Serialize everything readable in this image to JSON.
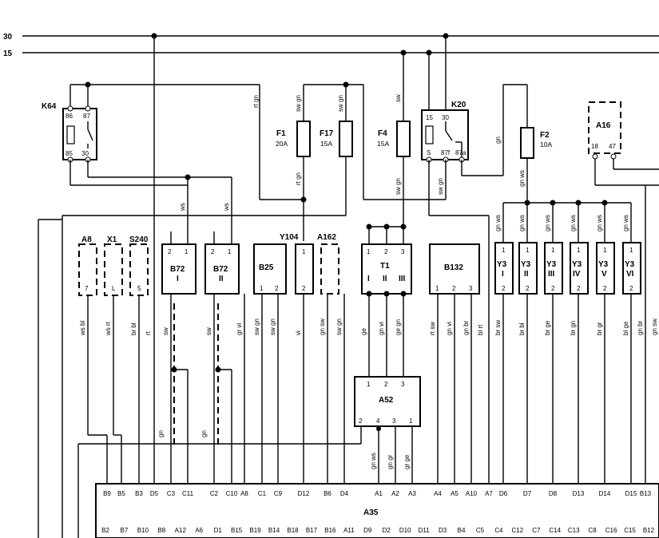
{
  "rails": [
    {
      "label": "30"
    },
    {
      "label": "15"
    }
  ],
  "components": {
    "K64": {
      "name": "K64",
      "pins_top": [
        "86",
        "87"
      ],
      "pins_bot": [
        "85",
        "30"
      ]
    },
    "K20": {
      "name": "K20",
      "pins_top": [
        "15",
        "30"
      ],
      "pins_bot": [
        "S",
        "87f",
        "87a"
      ]
    },
    "F1": {
      "name": "F1",
      "rating": "20A"
    },
    "F17": {
      "name": "F17",
      "rating": "15A"
    },
    "F4": {
      "name": "F4",
      "rating": "15A"
    },
    "F2": {
      "name": "F2",
      "rating": "10A"
    },
    "A16": {
      "name": "A16",
      "pins": [
        "18",
        "47"
      ]
    },
    "A8": {
      "name": "A8",
      "pin": "7"
    },
    "X1": {
      "name": "X1",
      "pin": "L"
    },
    "S240": {
      "name": "S240",
      "pin": "5"
    },
    "B72a": {
      "name": "B72",
      "sub": "I",
      "pins": [
        "2",
        "1"
      ]
    },
    "B72b": {
      "name": "B72",
      "sub": "II",
      "pins": [
        "2",
        "1"
      ]
    },
    "B25": {
      "name": "B25",
      "pins": [
        "1",
        "2"
      ]
    },
    "Y104": {
      "name": "Y104",
      "pins": [
        "1",
        "2"
      ]
    },
    "A162": {
      "name": "A162"
    },
    "T1": {
      "name": "T1",
      "pins_top": [
        "1",
        "2",
        "3"
      ],
      "subs": [
        "I",
        "II",
        "III"
      ]
    },
    "B132": {
      "name": "B132",
      "pins": [
        "1",
        "2",
        "3"
      ]
    },
    "A52": {
      "name": "A52",
      "pins_top": [
        "1",
        "2",
        "3"
      ],
      "pins_bot": [
        "2",
        "4",
        "3",
        "1"
      ]
    },
    "A35": {
      "name": "A35"
    },
    "Y3": [
      {
        "name": "Y3",
        "sub": "I"
      },
      {
        "name": "Y3",
        "sub": "II"
      },
      {
        "name": "Y3",
        "sub": "III"
      },
      {
        "name": "Y3",
        "sub": "IV"
      },
      {
        "name": "Y3",
        "sub": "V"
      },
      {
        "name": "Y3",
        "sub": "VI"
      }
    ]
  },
  "wire_colors_top": [
    "rt gn",
    "sw gn",
    "sw gn",
    "sw",
    "gn",
    "gn ws",
    "gn ws",
    "gn ws",
    "gn ws",
    "gn ws",
    "gn ws",
    "gn ws",
    "rt gn",
    "sw gn",
    "sw gn",
    "ws",
    "ws"
  ],
  "wire_colors_bottom": [
    "ws bl",
    "ws rt",
    "br bl",
    "rt",
    "sw",
    "gn",
    "sw",
    "gn",
    "gr vi",
    "sw gn",
    "sw gn",
    "vi",
    "gn sw",
    "sw gn",
    "ge",
    "gn vi",
    "ge gn",
    "gn ws",
    "gn gr",
    "gr ge",
    "rt sw",
    "gn vi",
    "gn br",
    "bl rt",
    "br sw",
    "br bl",
    "br ge",
    "br gn",
    "br gr",
    "bl ge",
    "gn br",
    "gn sw"
  ],
  "a35_top_pins": [
    "B9",
    "B5",
    "B3",
    "D5",
    "C3",
    "C11",
    "C2",
    "C10",
    "A8",
    "C1",
    "C9",
    "D12",
    "B6",
    "D4",
    "A1",
    "A2",
    "A3",
    "A4",
    "A5",
    "A10",
    "A7",
    "D6",
    "D7",
    "D8",
    "D13",
    "D14",
    "D15",
    "B13"
  ],
  "a35_bottom_pins": [
    "B2",
    "B7",
    "B10",
    "B8",
    "A12",
    "A6",
    "D1",
    "B15",
    "B19",
    "B14",
    "B18",
    "B17",
    "B16",
    "A11",
    "D9",
    "D2",
    "D10",
    "D11",
    "D3",
    "B4",
    "C5",
    "C4",
    "C12",
    "C7",
    "C14",
    "C13",
    "C8",
    "C16",
    "C15",
    "B12"
  ],
  "colors": {
    "line": "#000000",
    "background": "#ffffff"
  }
}
